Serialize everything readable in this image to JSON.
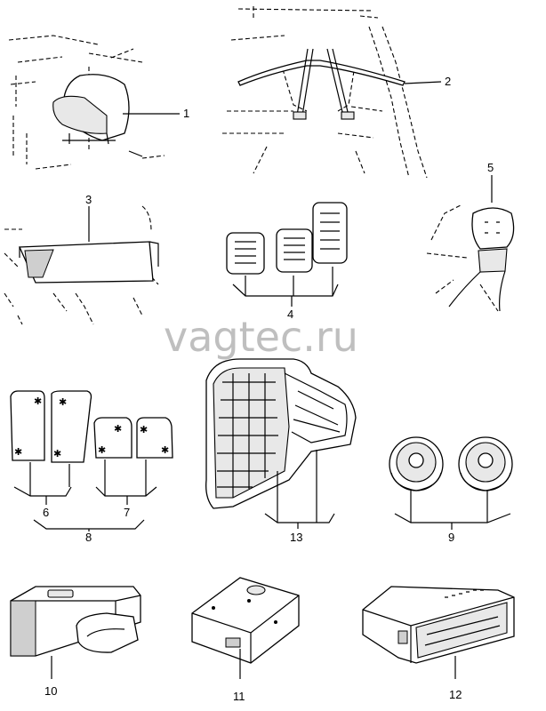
{
  "watermark": "vagtec.ru",
  "callouts": {
    "c1": "1",
    "c2": "2",
    "c3": "3",
    "c4": "4",
    "c5": "5",
    "c6": "6",
    "c7": "7",
    "c8": "8",
    "c9": "9",
    "c10": "10",
    "c11": "11",
    "c12": "12",
    "c13": "13"
  },
  "parts": [
    {
      "id": "1",
      "icon": "child-seat-icon"
    },
    {
      "id": "2",
      "icon": "roof-rack-bars-icon"
    },
    {
      "id": "3",
      "icon": "trunk-cover-icon"
    },
    {
      "id": "4",
      "icon": "pedal-pads-icon"
    },
    {
      "id": "5",
      "icon": "gear-knob-icon"
    },
    {
      "id": "6",
      "icon": "front-floor-mats-icon"
    },
    {
      "id": "7",
      "icon": "rear-floor-mats-icon"
    },
    {
      "id": "8",
      "icon": "floor-mat-set-icon"
    },
    {
      "id": "9",
      "icon": "speakers-icon"
    },
    {
      "id": "10",
      "icon": "cd-changer-icon"
    },
    {
      "id": "11",
      "icon": "control-box-icon"
    },
    {
      "id": "12",
      "icon": "radio-unit-icon"
    },
    {
      "id": "13",
      "icon": "rubber-mat-icon"
    }
  ]
}
